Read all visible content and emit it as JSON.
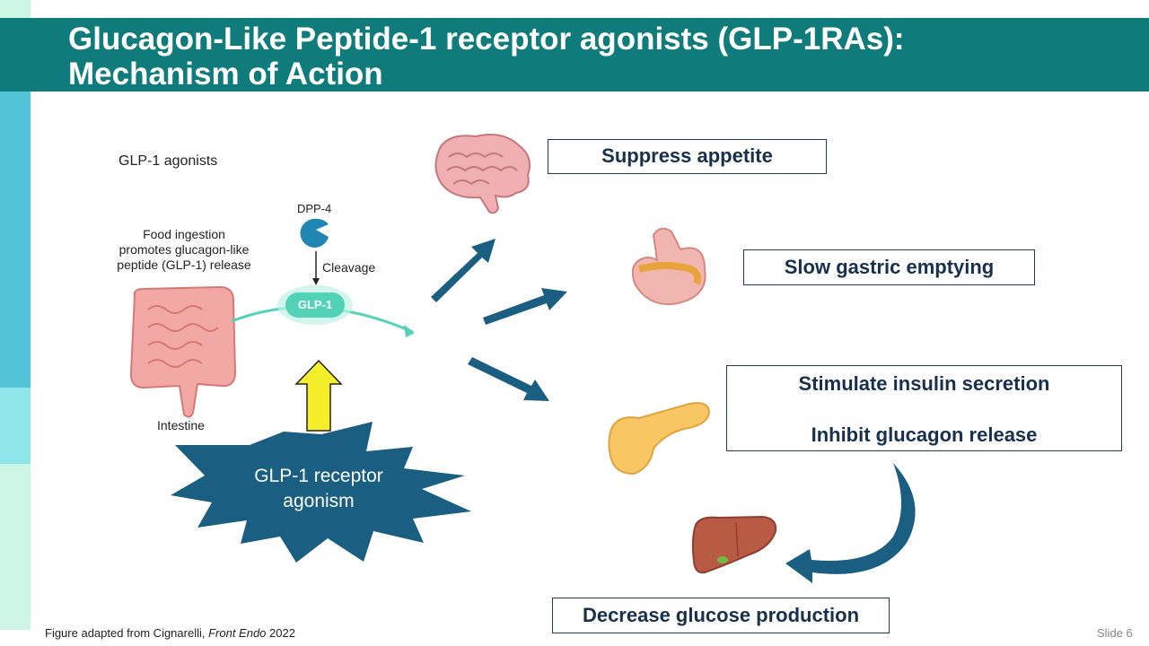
{
  "slide": {
    "title_line1": "Glucagon-Like Peptide-1 receptor agonists (GLP-1RAs):",
    "title_line2": "Mechanism of Action",
    "slide_number": "Slide 6",
    "citation_prefix": "Figure adapted from Cignarelli, ",
    "citation_journal": "Front Endo",
    "citation_year": " 2022"
  },
  "diagram": {
    "panel_title": "GLP-1 agonists",
    "food_ingestion_text": "Food ingestion promotes glucagon-like peptide (GLP-1) release",
    "intestine_label": "Intestine",
    "dpp4_label": "DPP-4",
    "cleavage_label": "Cleavage",
    "glp1_pill": "GLP-1",
    "agonism_line1": "GLP-1 receptor",
    "agonism_line2": "agonism"
  },
  "effects": {
    "suppress_appetite": "Suppress appetite",
    "slow_gastric": "Slow gastric emptying",
    "stimulate_insulin": "Stimulate insulin secretion",
    "inhibit_glucagon": "Inhibit glucagon release",
    "decrease_glucose": "Decrease glucose production"
  },
  "colors": {
    "title_bar": "#0f7b7a",
    "arrow_dark": "#1a5f82",
    "starburst": "#1a5f82",
    "yellow_arrow": "#f5ee2a",
    "glp1_pill": "#52d3b8",
    "box_border": "#1f3b5a",
    "box_text": "#17304d"
  },
  "icons": [
    "brain-icon",
    "stomach-icon",
    "pancreas-icon",
    "liver-icon",
    "intestine-icon",
    "dpp4-pacman-icon"
  ]
}
